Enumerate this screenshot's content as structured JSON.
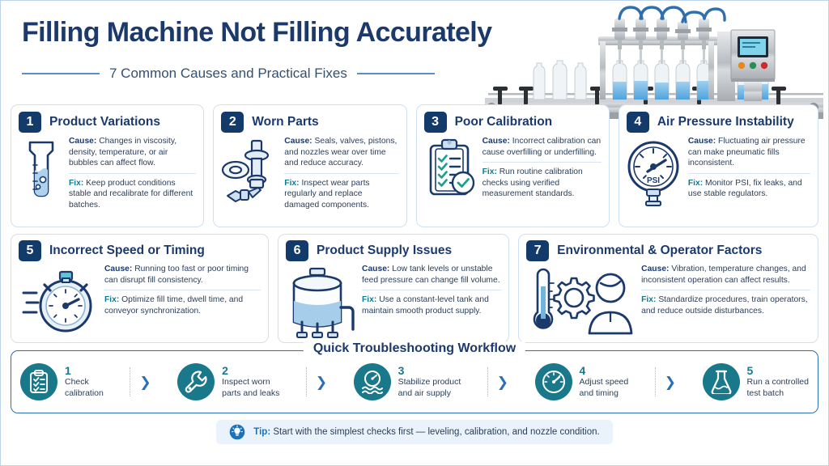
{
  "header": {
    "title": "Filling Machine Not Filling Accurately",
    "subtitle": "7 Common Causes and Practical Fixes",
    "illustration_name": "bottle-filling-machine-photo"
  },
  "colors": {
    "navy": "#1b3a6b",
    "badge_navy": "#123a6b",
    "teal": "#19788a",
    "fix_teal": "#127a8c",
    "accent_blue": "#2c6fb5",
    "card_border": "#cfe0f2",
    "page_border": "#bcd3ea",
    "tip_bg": "#eaf2fb",
    "tip_label": "#1b72b8"
  },
  "cards": [
    {
      "number": "1",
      "title": "Product Variations",
      "icon": "beaker-icon",
      "cause_label": "Cause:",
      "cause": " Changes in viscosity, density, temperature, or air bubbles can affect flow.",
      "fix_label": "Fix:",
      "fix": " Keep product conditions stable and recalibrate for different batches."
    },
    {
      "number": "2",
      "title": "Worn Parts",
      "icon": "piston-seal-icon",
      "cause_label": "Cause:",
      "cause": " Seals, valves, pistons, and nozzles wear over time and reduce accuracy.",
      "fix_label": "Fix:",
      "fix": " Inspect wear parts regularly and replace damaged components."
    },
    {
      "number": "3",
      "title": "Poor Calibration",
      "icon": "clipboard-check-icon",
      "cause_label": "Cause:",
      "cause": " Incorrect calibration can cause overfilling or underfilling.",
      "fix_label": "Fix:",
      "fix": " Run routine calibration checks using verified measurement standards."
    },
    {
      "number": "4",
      "title": "Air Pressure Instability",
      "icon": "pressure-gauge-icon",
      "icon_text": "PSI",
      "cause_label": "Cause:",
      "cause": " Fluctuating air pressure can make pneumatic fills inconsistent.",
      "fix_label": "Fix:",
      "fix": " Monitor PSI, fix leaks, and use stable regulators."
    },
    {
      "number": "5",
      "title": "Incorrect Speed or Timing",
      "icon": "stopwatch-icon",
      "cause_label": "Cause:",
      "cause": " Running too fast or poor timing can disrupt fill consistency.",
      "fix_label": "Fix:",
      "fix": " Optimize fill time, dwell time, and conveyor synchronization."
    },
    {
      "number": "6",
      "title": "Product Supply Issues",
      "icon": "storage-tank-icon",
      "cause_label": "Cause:",
      "cause": " Low tank levels or unstable feed pressure can change fill volume.",
      "fix_label": "Fix:",
      "fix": " Use a constant-level tank and maintain smooth product supply."
    },
    {
      "number": "7",
      "title": "Environmental & Operator Factors",
      "icon": "thermometer-gear-operator-icon",
      "cause_label": "Cause:",
      "cause": " Vibration, temperature changes, and inconsistent operation can affect results.",
      "fix_label": "Fix:",
      "fix": " Standardize procedures, train operators, and reduce outside disturbances."
    }
  ],
  "workflow": {
    "title": "Quick Troubleshooting Workflow",
    "separator_icon": "chevron-right-icon",
    "steps": [
      {
        "number": "1",
        "label": "Check\ncalibration",
        "icon": "clipboard-check-icon"
      },
      {
        "number": "2",
        "label": "Inspect worn\nparts and leaks",
        "icon": "wrench-icon"
      },
      {
        "number": "3",
        "label": "Stabilize product\nand air supply",
        "icon": "gauge-waves-icon"
      },
      {
        "number": "4",
        "label": "Adjust speed\nand timing",
        "icon": "speedometer-icon"
      },
      {
        "number": "5",
        "label": "Run a controlled\ntest batch",
        "icon": "flask-icon"
      }
    ]
  },
  "tip": {
    "icon": "lightbulb-icon",
    "label": "Tip:",
    "text": " Start with the simplest checks first — leveling, calibration, and nozzle condition."
  }
}
